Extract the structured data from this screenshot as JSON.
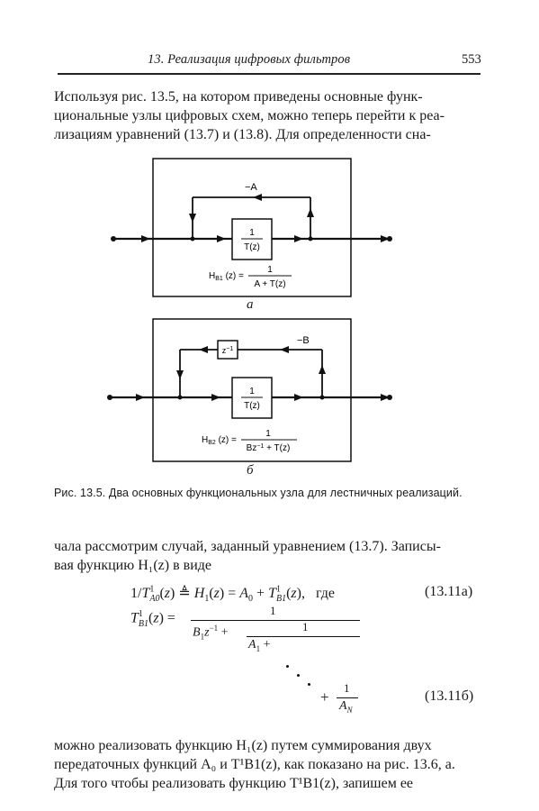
{
  "header": {
    "title": "13. Реализация цифровых фильтров",
    "page_number": "553"
  },
  "intro_lines": [
    "Используя рис. 13.5, на котором приведены основные функ-",
    "циональные узлы цифровых схем, можно теперь перейти к реа-",
    "лизациям уравнений (13.7) и (13.8). Для определенности сна-"
  ],
  "figure": {
    "a": {
      "feedback_label": "−A",
      "block_num": "1",
      "block_den": "T(z)",
      "formula_lhs": "H_B1(z) =",
      "formula_num": "1",
      "formula_den": "A + T(z)",
      "sublabel": "а"
    },
    "b": {
      "delay_label": "z⁻¹",
      "feedback_label": "−B",
      "block_num": "1",
      "block_den": "T(z)",
      "formula_lhs": "H_B2(z) =",
      "formula_num": "1",
      "formula_den": "Bz⁻¹ + T(z)",
      "sublabel": "б"
    },
    "caption": "Рис. 13.5. Два основных функциональных узла для лестничных реализаций."
  },
  "body_lines": [
    "чала рассмотрим случай, заданный уравнением (13.7). Записы-",
    "вая функцию H₁(z) в виде"
  ],
  "equations": {
    "eq_a_text": "1/T¹A0(z) ≜ H₁(z) = A₀ + T¹B1(z),   где",
    "eq_a_number": "(13.11a)",
    "eq_b_lhs": "T¹B1(z) =",
    "eq_b_num1": "1",
    "eq_b_den1": "B₁z⁻¹ +",
    "eq_b_num2": "1",
    "eq_b_den2": "A₁ +",
    "eq_b_tail_plus": "+",
    "eq_b_tail_num": "1",
    "eq_b_tail_den": "A_N",
    "eq_b_number": "(13.11б)"
  },
  "closing_lines": [
    "можно реализовать функцию H₁(z) путем суммирования двух",
    "передаточных функций A₀ и T¹B1(z), как показано на рис. 13.6, а.",
    "Для того чтобы реализовать функцию T¹B1(z), запишем ее"
  ]
}
